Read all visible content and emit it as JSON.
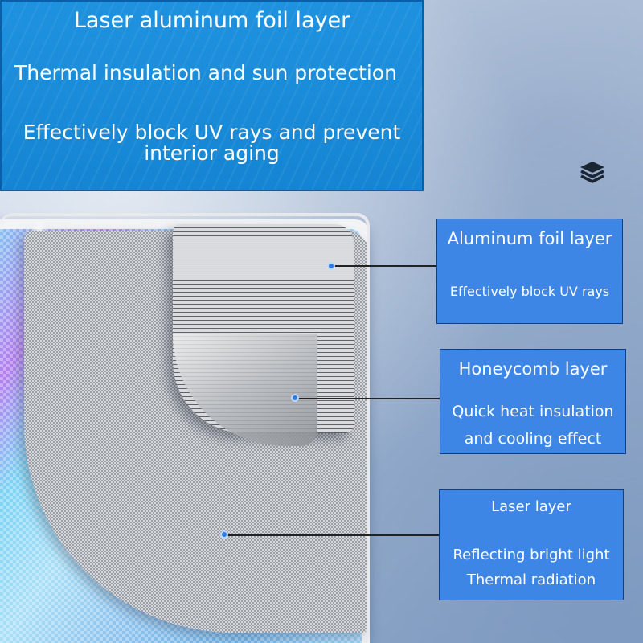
{
  "banner": {
    "title": "Laser aluminum foil layer",
    "line2": "Thermal insulation and sun protection",
    "line3a": "Effectively block UV rays and prevent",
    "line3b": "interior aging"
  },
  "icons": {
    "layers": "layers-icon"
  },
  "callouts": {
    "aluminum": {
      "title": "Aluminum foil layer",
      "desc": "Effectively block UV rays"
    },
    "honeycomb": {
      "title": "Honeycomb layer",
      "desc1": "Quick heat insulation",
      "desc2": "and cooling effect"
    },
    "laser": {
      "title": "Laser layer",
      "desc1": "Reflecting bright light",
      "desc2": "Thermal radiation"
    }
  },
  "colors": {
    "banner_bg": "#1585d3",
    "callout_bg": "#3d86e6",
    "text": "#ffffff"
  }
}
